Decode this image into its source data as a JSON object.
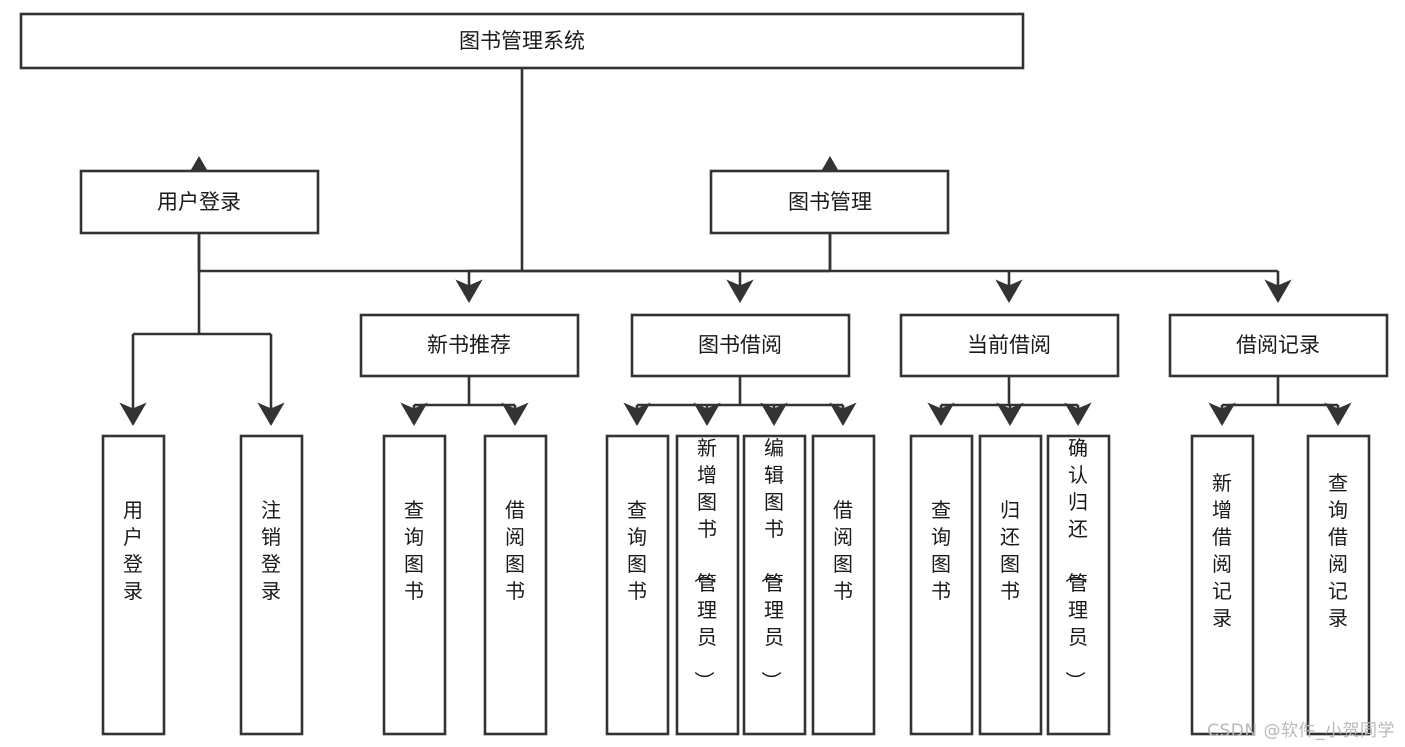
{
  "diagram": {
    "title": "图书管理系统",
    "type": "hierarchy-tree",
    "watermark": "CSDN @软件_小贺同学",
    "colors": {
      "box_stroke": "#333333",
      "box_fill": "#ffffff",
      "text": "#1a1a1a",
      "background": "#ffffff",
      "watermark": "#b9b9b9"
    },
    "levels": {
      "root": "图书管理系统",
      "level2": [
        "用户登录",
        "图书管理"
      ],
      "level3": [
        "新书推荐",
        "图书借阅",
        "当前借阅",
        "借阅记录"
      ]
    },
    "nodes": {
      "root": {
        "label": "图书管理系统",
        "orientation": "horizontal"
      },
      "user_login": {
        "label": "用户登录",
        "orientation": "horizontal"
      },
      "book_manage": {
        "label": "图书管理",
        "orientation": "horizontal"
      },
      "new_book_rec": {
        "label": "新书推荐",
        "orientation": "horizontal"
      },
      "book_borrow": {
        "label": "图书借阅",
        "orientation": "horizontal"
      },
      "current_borrow": {
        "label": "当前借阅",
        "orientation": "horizontal"
      },
      "borrow_record": {
        "label": "借阅记录",
        "orientation": "horizontal"
      },
      "leaf_user_login": {
        "label": "用户登录",
        "orientation": "vertical"
      },
      "leaf_logout": {
        "label": "注销登录",
        "orientation": "vertical"
      },
      "leaf_query_book_1": {
        "label": "查询图书",
        "orientation": "vertical"
      },
      "leaf_borrow_book_1": {
        "label": "借阅图书",
        "orientation": "vertical"
      },
      "leaf_query_book_2": {
        "label": "查询图书",
        "orientation": "vertical"
      },
      "leaf_add_book": {
        "label": "新增图书（管理员）",
        "orientation": "vertical"
      },
      "leaf_edit_book": {
        "label": "编辑图书（管理员）",
        "orientation": "vertical"
      },
      "leaf_borrow_book_2": {
        "label": "借阅图书",
        "orientation": "vertical"
      },
      "leaf_query_book_3": {
        "label": "查询图书",
        "orientation": "vertical"
      },
      "leaf_return_book": {
        "label": "归还图书",
        "orientation": "vertical"
      },
      "leaf_confirm_return": {
        "label": "确认归还（管理员）",
        "orientation": "vertical"
      },
      "leaf_add_record": {
        "label": "新增借阅记录",
        "orientation": "vertical"
      },
      "leaf_query_record": {
        "label": "查询借阅记录",
        "orientation": "vertical"
      }
    },
    "edges": [
      {
        "from": "图书管理系统",
        "to": "用户登录"
      },
      {
        "from": "图书管理系统",
        "to": "图书管理"
      },
      {
        "from": "用户登录",
        "to": "用户登录"
      },
      {
        "from": "用户登录",
        "to": "注销登录"
      },
      {
        "from": "图书管理",
        "to": "新书推荐"
      },
      {
        "from": "图书管理",
        "to": "图书借阅"
      },
      {
        "from": "图书管理",
        "to": "当前借阅"
      },
      {
        "from": "图书管理",
        "to": "借阅记录"
      },
      {
        "from": "新书推荐",
        "to": "查询图书"
      },
      {
        "from": "新书推荐",
        "to": "借阅图书"
      },
      {
        "from": "图书借阅",
        "to": "查询图书"
      },
      {
        "from": "图书借阅",
        "to": "新增图书（管理员）"
      },
      {
        "from": "图书借阅",
        "to": "编辑图书（管理员）"
      },
      {
        "from": "图书借阅",
        "to": "借阅图书"
      },
      {
        "from": "当前借阅",
        "to": "查询图书"
      },
      {
        "from": "当前借阅",
        "to": "归还图书"
      },
      {
        "from": "当前借阅",
        "to": "确认归还（管理员）"
      },
      {
        "from": "借阅记录",
        "to": "新增借阅记录"
      },
      {
        "from": "借阅记录",
        "to": "查询借阅记录"
      }
    ]
  }
}
